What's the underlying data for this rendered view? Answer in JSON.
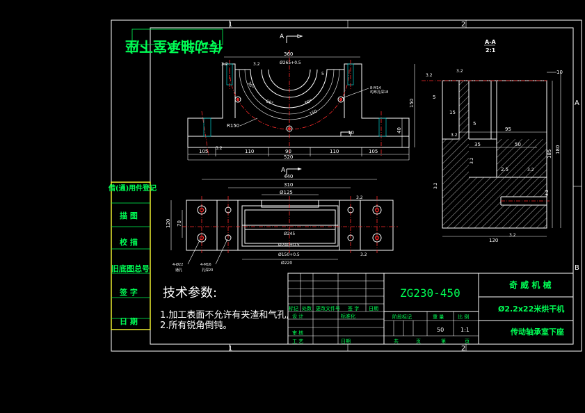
{
  "title_mirrored": "传动轴承室下座",
  "section_label": "A",
  "section_view": {
    "title": "A-A",
    "scale": "2:1"
  },
  "zone_numbers": {
    "top_1": "1",
    "top_2": "2",
    "bottom_1": "1",
    "bottom_2": "2",
    "right_a": "A",
    "right_b": "B"
  },
  "front_view_dims": {
    "overall_width_top": "360",
    "center_dim": "Ø265+0.5",
    "radius": "R150",
    "r_inner": "R86",
    "r_mid": "Ø215",
    "small_5": "5",
    "bolt_note_1": "8-M14",
    "bolt_note_2": "均布孔深18",
    "dim_105_left": "105",
    "dim_110_left": "110",
    "dim_90": "90",
    "dim_110_right": "110",
    "dim_105_right": "105",
    "overall_520": "520",
    "height_150": "150",
    "height_40": "40",
    "dim_10": "10",
    "angle_30": "30°",
    "angle_60": "60°",
    "angle_60b": "60°",
    "angle_150": "150",
    "rough_32": "3.2"
  },
  "top_view_dims": {
    "overall_440": "440",
    "dim_310": "310",
    "dia_125": "Ø125",
    "dim_120": "120",
    "dim_70": "70",
    "dia_245": "Ø245",
    "dia_240": "Ø240+0.5",
    "dia_150": "Ø150+0.5",
    "dia_220": "Ø220",
    "note_left_1": "4-Ø22",
    "note_left_2": "通孔",
    "note_right_1": "4-M16",
    "note_right_2": "孔深20",
    "rough": "3.2"
  },
  "section_dims": {
    "d10": "10",
    "d5": "5",
    "d15": "15",
    "d5b": "5",
    "d95": "95",
    "d35": "35",
    "d50": "50",
    "d25": "2.5",
    "d185": "185",
    "d180": "180",
    "d120": "120",
    "rough": "3.2",
    "d32": "3.2"
  },
  "left_stamp": {
    "cell1": "借(通)用件登记",
    "cell2": "描 图",
    "cell3": "校 描",
    "cell4": "旧底图总号",
    "cell5": "签 字",
    "cell6": "日 期"
  },
  "tech_notes": {
    "heading": "技术参数:",
    "line1": "1.加工表面不允许有夹渣和气孔,",
    "line2": "2.所有锐角倒钝。"
  },
  "title_block": {
    "material": "ZG230-450",
    "company": "奇 威 机 械",
    "product": "Ø2.2x22米烘干机",
    "part_name": "传动轴承室下座",
    "hdr_mark": "标记",
    "hdr_count": "处数",
    "hdr_doc": "更改文件号",
    "hdr_sign": "签 字",
    "hdr_date": "日期",
    "design": "设 计",
    "standard": "标准化",
    "review": "审 核",
    "process": "工 艺",
    "date_lbl": "日期",
    "stage_mark": "阶段标记",
    "weight": "重 量",
    "ratio": "比 例",
    "weight_val": "50",
    "ratio_val": "1:1",
    "sheets": "共",
    "sheet_lbl": "页",
    "page_lbl": "第",
    "page_lbl2": "页"
  }
}
